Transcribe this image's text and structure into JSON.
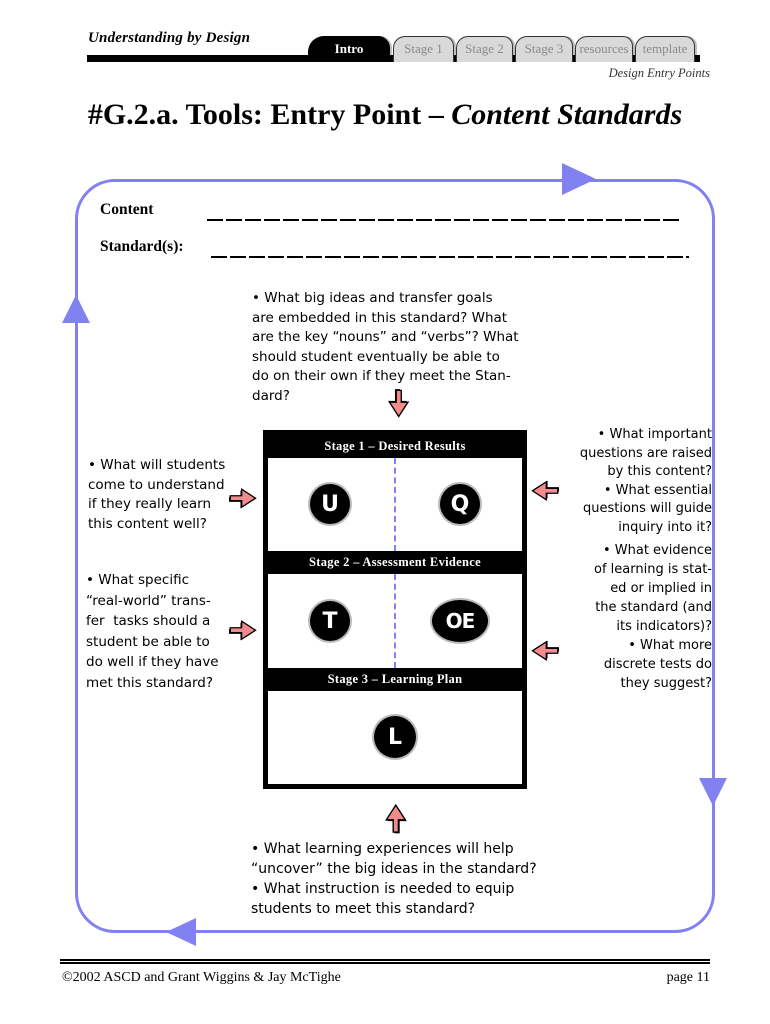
{
  "colors": {
    "accent_purple": "#8181f1",
    "arrow_pink": "#f28c8c",
    "tab_gray": "#d9d9d9",
    "stage_band_black": "#000000"
  },
  "header": {
    "brand": "Understanding by Design",
    "tabs": [
      {
        "label": "Intro"
      },
      {
        "label": "Stage 1"
      },
      {
        "label": "Stage 2"
      },
      {
        "label": "Stage 3"
      },
      {
        "label": "resources"
      },
      {
        "label": "template"
      }
    ],
    "subtitle": "Design Entry Points"
  },
  "title": {
    "main": "#G.2.a. Tools: Entry Point – ",
    "emphasis": "Content Standards"
  },
  "form": {
    "label_line1": "Content",
    "label_line2": "Standard(s):"
  },
  "annotations": {
    "top": "• What big ideas and transfer goals\nare embedded in this standard? What\nare the key “nouns” and “verbs”? What\nshould student eventually be able to\ndo on their own if they meet the Stan-\ndard?",
    "left_upper": "• What will students\ncome to understand\nif they really learn\nthis content well?",
    "left_lower": "• What specific\n“real-world” trans-\nfer  tasks should a\nstudent be able to\ndo well if they have\nmet this standard?",
    "right_upper": "• What important\nquestions are raised\nby this content?\n• What essential\nquestions will guide\ninquiry into it?",
    "right_lower": "• What evidence\nof learning is stat-\ned or implied in\nthe standard (and\nits indicators)?\n• What more\ndiscrete tests do\nthey suggest?",
    "bottom": "• What learning experiences will help\n“uncover” the big ideas in the standard?\n• What instruction is needed to equip\nstudents to meet this standard?"
  },
  "diagram": {
    "stages": [
      {
        "header": "Stage 1 – Desired Results",
        "badges": [
          "U",
          "Q"
        ]
      },
      {
        "header": "Stage 2 – Assessment Evidence",
        "badges": [
          "T",
          "OE"
        ]
      },
      {
        "header": "Stage 3 – Learning Plan",
        "badges": [
          "L"
        ]
      }
    ]
  },
  "footer": {
    "copyright": "©2002  ASCD and Grant Wiggins & Jay McTighe",
    "page": "page 11"
  }
}
